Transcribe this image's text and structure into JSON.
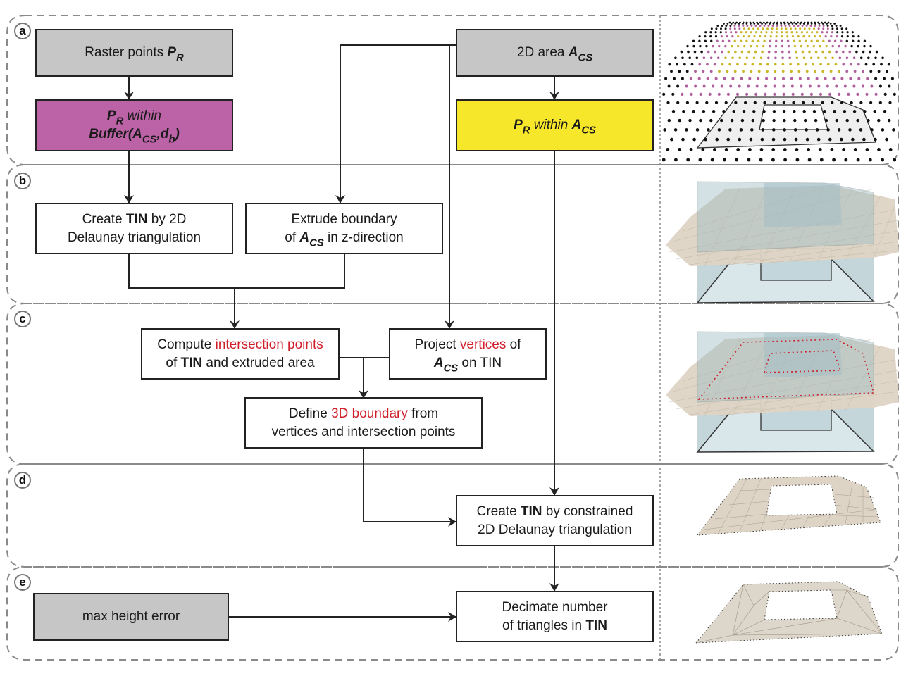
{
  "stages": [
    {
      "id": "a",
      "label": "a"
    },
    {
      "id": "b",
      "label": "b"
    },
    {
      "id": "c",
      "label": "c"
    },
    {
      "id": "d",
      "label": "d"
    },
    {
      "id": "e",
      "label": "e"
    }
  ],
  "boxes": {
    "raster_points": {
      "text": "Raster points ",
      "symbol": "P",
      "sub": "R"
    },
    "buffer": {
      "line1_symbol": "P",
      "line1_sub": "R",
      "line1_text": " within",
      "line2_text": "Buffer(",
      "line2_symbol": "A",
      "line2_sub": "CS",
      "line2_sep": ",",
      "line2_symbol2": "d",
      "line2_sub2": "b",
      "line2_close": ")"
    },
    "area_2d": {
      "text": "2D area ",
      "symbol": "A",
      "sub": "CS"
    },
    "pr_within_acs": {
      "symbol": "P",
      "sub": "R",
      "mid": " within ",
      "symbol2": "A",
      "sub2": "CS"
    },
    "create_tin": {
      "pre": "Create ",
      "bold": "TIN",
      "post": " by 2D",
      "line2": "Delaunay triangulation"
    },
    "extrude": {
      "line1": "Extrude boundary",
      "pre": "of ",
      "symbol": "A",
      "sub": "CS",
      "post": " in z-direction"
    },
    "compute_intersection": {
      "pre": "Compute ",
      "red": "intersection points",
      "line2_pre": "of ",
      "line2_bold": "TIN",
      "line2_post": " and extruded area"
    },
    "project_vertices": {
      "pre": "Project ",
      "red": "vertices",
      "post": " of",
      "symbol": "A",
      "sub": "CS",
      "line2_post": " on TIN"
    },
    "define_boundary": {
      "pre": "Define ",
      "red": "3D boundary",
      "post": " from",
      "line2": "vertices and intersection points"
    },
    "constrained_tin": {
      "pre": "Create ",
      "bold": "TIN",
      "post": " by constrained",
      "line2": "2D Delaunay triangulation"
    },
    "max_height_error": {
      "text": "max height error"
    },
    "decimate": {
      "line1": "Decimate number",
      "line2_pre": "of triangles in ",
      "line2_bold": "TIN"
    }
  },
  "colors": {
    "gray_box": "#c6c6c6",
    "magenta_box": "#bc62a6",
    "yellow_box": "#f7e72a",
    "highlight_text": "#d01f2a",
    "tin_surface": "#ddd4c6",
    "extrusion": "#b9cdd3"
  }
}
